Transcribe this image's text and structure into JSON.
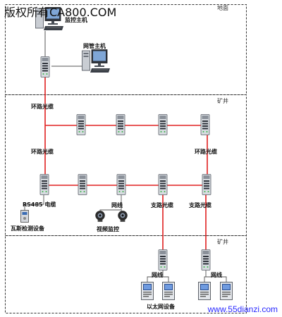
{
  "watermark_top": "版权所有CA800.COM",
  "watermark_bottom": "www.55dianzi.com",
  "zones": {
    "surface": "地面",
    "mine_upper": "矿井",
    "mine_lower": "矿井"
  },
  "labels": {
    "monitor_host": "监控主机",
    "nms_host": "网管主机",
    "ring_cable_top": "环路光缆",
    "ring_cable_left": "环路光缆",
    "ring_cable_right": "环路光缆",
    "rs485_cable": "RS485 电缆",
    "gas_detector": "瓦斯检测设备",
    "net_cable_cam": "网线",
    "video_monitor": "视频监控",
    "branch_cable_1": "支路光缆",
    "branch_cable_2": "支路光缆",
    "net_cable_left": "网线",
    "net_cable_right": "网线",
    "ethernet_devices": "以太网设备"
  },
  "colors": {
    "fiber": "#e02020",
    "cable": "#555555",
    "zone_border": "#333333",
    "watermark_link": "#2a2aff"
  },
  "icons": {
    "computer": "desktop-computer-icon",
    "switch": "industrial-switch-icon",
    "camera": "dome-camera-icon",
    "detector": "gas-detector-icon",
    "terminal": "ethernet-terminal-icon"
  }
}
